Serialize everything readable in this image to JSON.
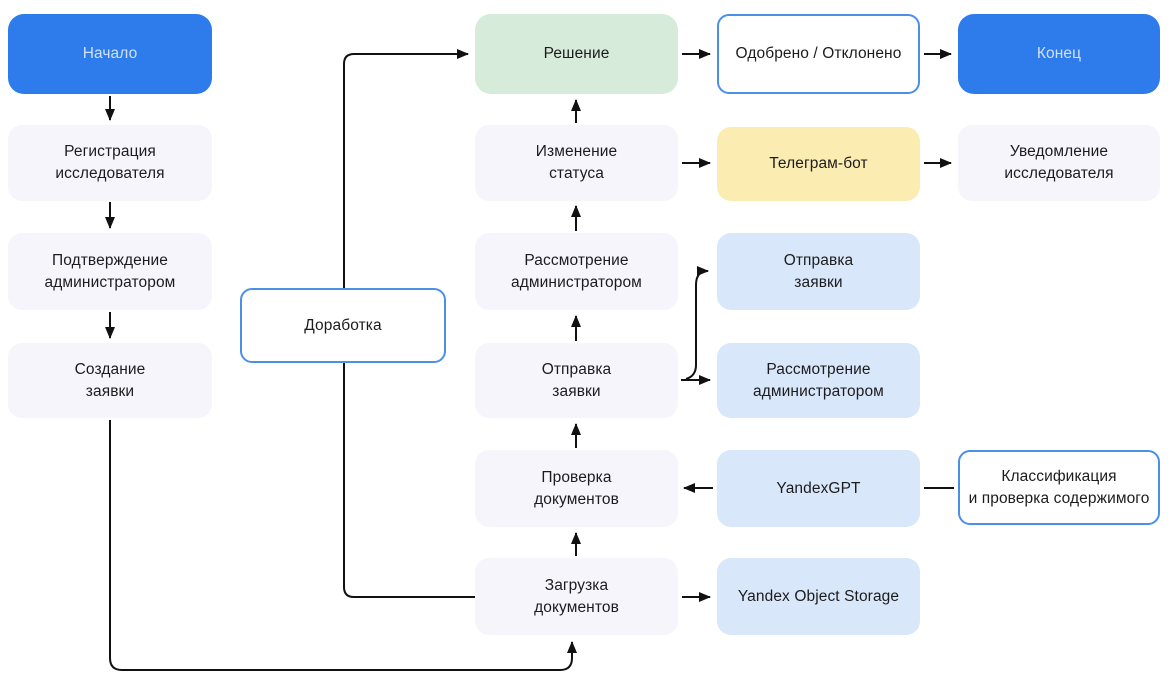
{
  "diagram": {
    "type": "flowchart",
    "language": "ru",
    "colors": {
      "node_primary_blue": "#2e7ceb",
      "node_primary_text": "#cfe1fa",
      "node_lavender": "#f6f5fb",
      "node_green": "#d6ebd9",
      "node_yellow": "#fbedb2",
      "node_lightblue": "#d9e7fa",
      "outline_border_blue": "#4a8fe8",
      "connector_black": "#111111",
      "text_dark": "#1c1c1e"
    },
    "nodes": {
      "start": {
        "line1": "Начало"
      },
      "registration": {
        "line1": "Регистрация",
        "line2": "исследователя"
      },
      "confirmation": {
        "line1": "Подтверждение",
        "line2": "администратором"
      },
      "creation": {
        "line1": "Создание",
        "line2": "заявки"
      },
      "rework": {
        "line1": "Доработка"
      },
      "decision": {
        "line1": "Решение"
      },
      "status_change": {
        "line1": "Изменение",
        "line2": "статуса"
      },
      "admin_review": {
        "line1": "Рассмотрение",
        "line2": "администратором"
      },
      "submit_request": {
        "line1": "Отправка",
        "line2": "заявки"
      },
      "doc_check": {
        "line1": "Проверка",
        "line2": "документов"
      },
      "doc_upload": {
        "line1": "Загрузка",
        "line2": "документов"
      },
      "approved_rejected": {
        "line1": "Одобрено / Отклонено"
      },
      "telegram_bot": {
        "line1": "Телеграм-бот"
      },
      "submit_request_ext": {
        "line1": "Отправка",
        "line2": "заявки"
      },
      "admin_review_ext": {
        "line1": "Рассмотрение",
        "line2": "администратором"
      },
      "yandex_gpt": {
        "line1": "YandexGPT"
      },
      "yandex_object_storage": {
        "line1": "Yandex Object Storage"
      },
      "end": {
        "line1": "Конец"
      },
      "notification": {
        "line1": "Уведомление",
        "line2": "исследователя"
      },
      "classification": {
        "line1": "Классификация",
        "line2": "и проверка содержимого"
      }
    },
    "edges": [
      {
        "from": "start",
        "to": "registration",
        "arrow": true
      },
      {
        "from": "registration",
        "to": "confirmation",
        "arrow": true
      },
      {
        "from": "confirmation",
        "to": "creation",
        "arrow": true
      },
      {
        "from": "creation",
        "to": "doc_upload",
        "arrow": true
      },
      {
        "from": "doc_upload",
        "to": "doc_check",
        "arrow": true
      },
      {
        "from": "doc_check",
        "to": "submit_request",
        "arrow": true
      },
      {
        "from": "submit_request",
        "to": "admin_review",
        "arrow": true
      },
      {
        "from": "admin_review",
        "to": "status_change",
        "arrow": true
      },
      {
        "from": "status_change",
        "to": "decision",
        "arrow": true
      },
      {
        "from": "doc_upload",
        "to": "decision",
        "via": "rework",
        "arrow": true
      },
      {
        "from": "decision",
        "to": "approved_rejected",
        "arrow": true
      },
      {
        "from": "approved_rejected",
        "to": "end",
        "arrow": true
      },
      {
        "from": "status_change",
        "to": "telegram_bot",
        "arrow": true
      },
      {
        "from": "telegram_bot",
        "to": "notification",
        "arrow": true
      },
      {
        "from": "submit_request",
        "to": "submit_request_ext",
        "arrow": true
      },
      {
        "from": "submit_request",
        "to": "admin_review_ext",
        "arrow": true
      },
      {
        "from": "yandex_gpt",
        "to": "doc_check",
        "arrow": true
      },
      {
        "from": "yandex_gpt",
        "to": "classification",
        "arrow": false
      },
      {
        "from": "doc_upload",
        "to": "yandex_object_storage",
        "arrow": true
      }
    ]
  }
}
